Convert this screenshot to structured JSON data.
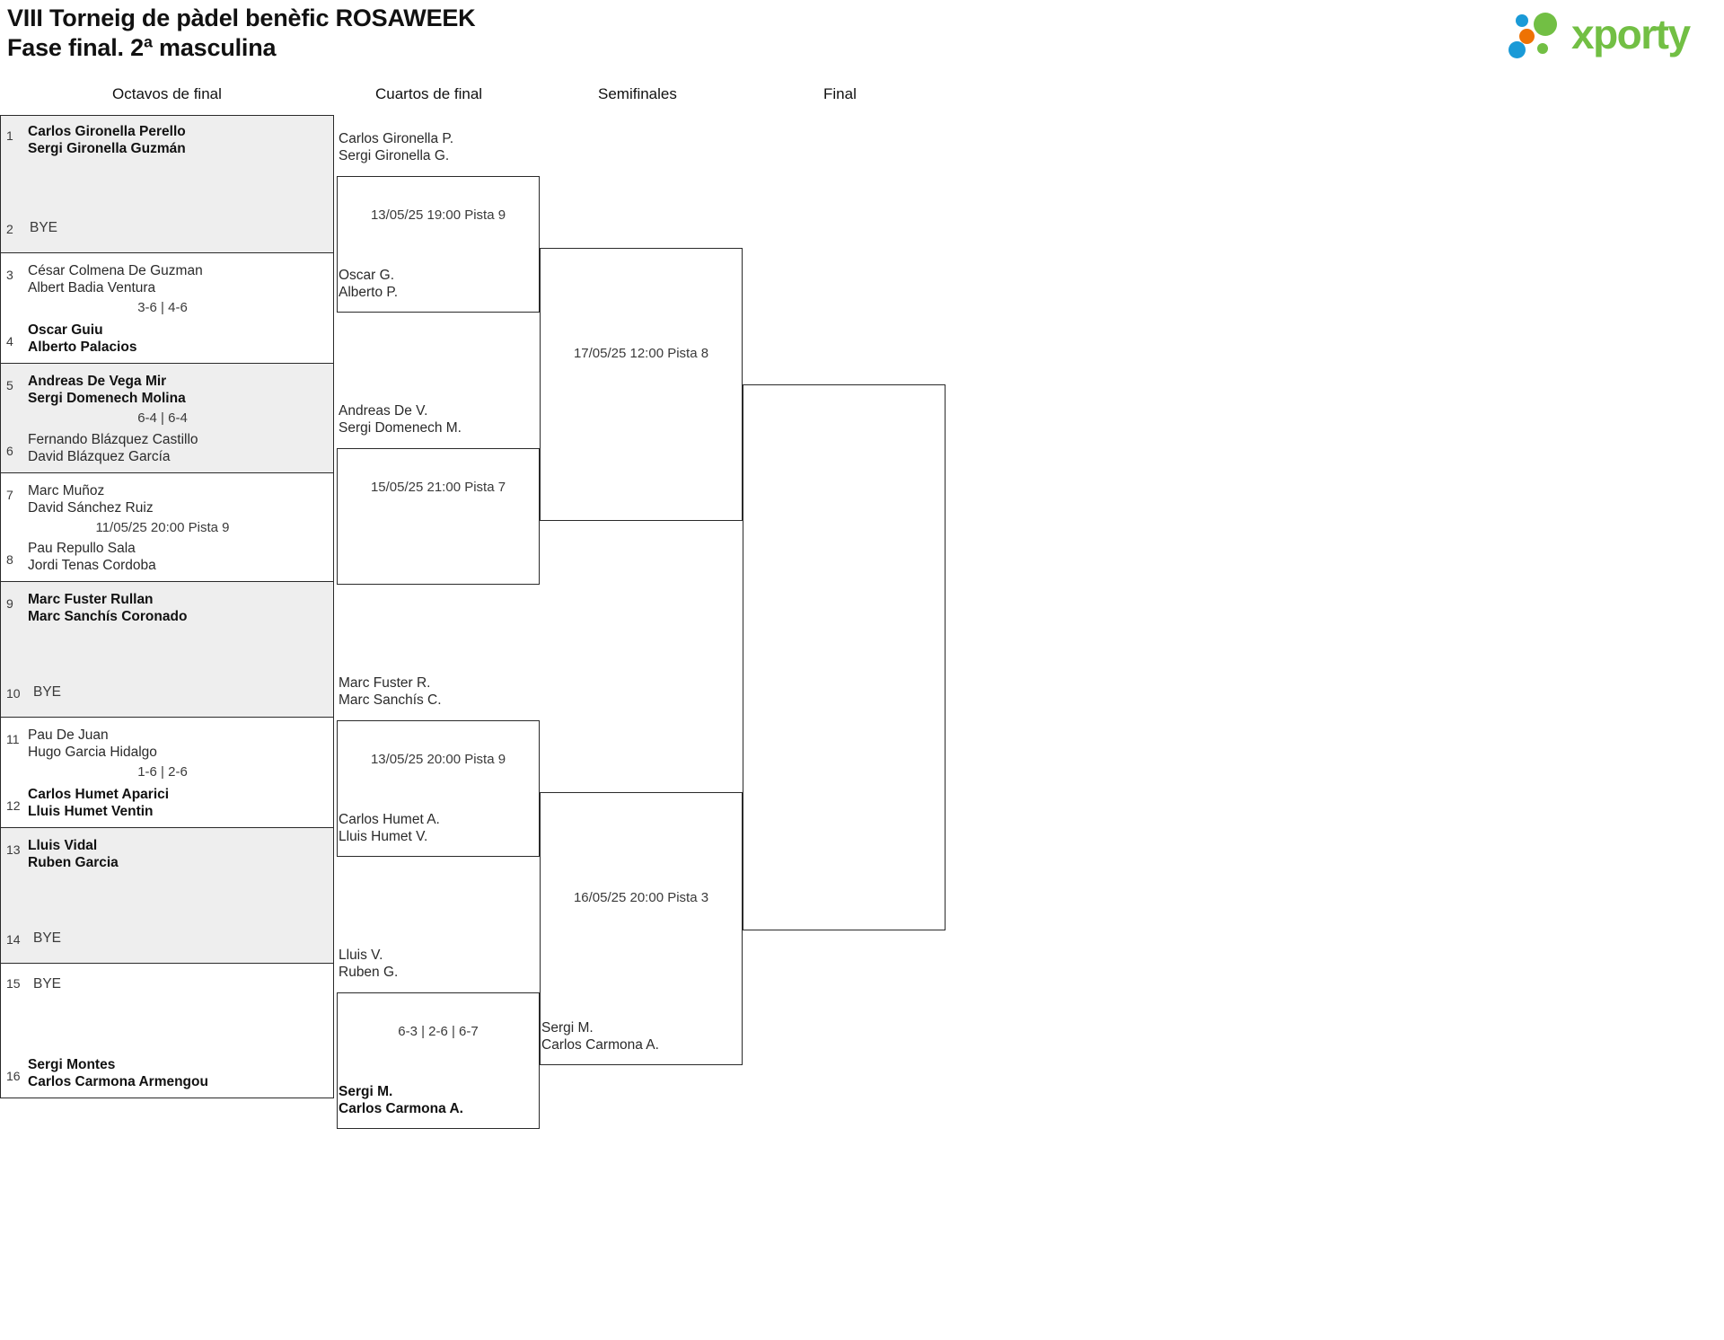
{
  "header": {
    "title_line1": "VIII Torneig de pàdel benèfic ROSAWEEK",
    "title_line2": "Fase final. 2ª masculina",
    "logo_text": "xporty",
    "logo_colors": {
      "green": "#72bf44",
      "blue": "#1a9ad7",
      "orange": "#ee7203"
    }
  },
  "rounds": [
    {
      "id": "round-of-16",
      "label": "Octavos de final"
    },
    {
      "id": "quarterfinals",
      "label": "Cuartos de final"
    },
    {
      "id": "semifinals",
      "label": "Semifinales"
    },
    {
      "id": "final",
      "label": "Final"
    }
  ],
  "round_of_16": [
    {
      "shaded": true,
      "info": "",
      "top": {
        "seed": "1",
        "line1": "Carlos Gironella Perello",
        "line2": "Sergi Gironella Guzmán",
        "winner": true,
        "bye": false
      },
      "bottom": {
        "seed": "2",
        "line1": "BYE",
        "line2": "",
        "winner": false,
        "bye": true
      }
    },
    {
      "shaded": false,
      "info": "3-6 | 4-6",
      "top": {
        "seed": "3",
        "line1": "César Colmena De Guzman",
        "line2": "Albert Badia Ventura",
        "winner": false,
        "bye": false
      },
      "bottom": {
        "seed": "4",
        "line1": "Oscar Guiu",
        "line2": "Alberto Palacios",
        "winner": true,
        "bye": false
      }
    },
    {
      "shaded": true,
      "info": "6-4 | 6-4",
      "top": {
        "seed": "5",
        "line1": "Andreas De Vega Mir",
        "line2": "Sergi Domenech Molina",
        "winner": true,
        "bye": false
      },
      "bottom": {
        "seed": "6",
        "line1": "Fernando Blázquez Castillo",
        "line2": "David Blázquez García",
        "winner": false,
        "bye": false
      }
    },
    {
      "shaded": false,
      "info": "11/05/25 20:00 Pista 9",
      "top": {
        "seed": "7",
        "line1": "Marc Muñoz",
        "line2": "David Sánchez Ruiz",
        "winner": false,
        "bye": false
      },
      "bottom": {
        "seed": "8",
        "line1": "Pau Repullo Sala",
        "line2": "Jordi Tenas Cordoba",
        "winner": false,
        "bye": false
      }
    },
    {
      "shaded": true,
      "info": "",
      "top": {
        "seed": "9",
        "line1": "Marc Fuster Rullan",
        "line2": "Marc Sanchís Coronado",
        "winner": true,
        "bye": false
      },
      "bottom": {
        "seed": "10",
        "line1": "BYE",
        "line2": "",
        "winner": false,
        "bye": true
      }
    },
    {
      "shaded": false,
      "info": "1-6 | 2-6",
      "top": {
        "seed": "11",
        "line1": "Pau De Juan",
        "line2": "Hugo Garcia Hidalgo",
        "winner": false,
        "bye": false
      },
      "bottom": {
        "seed": "12",
        "line1": "Carlos Humet Aparici",
        "line2": "Lluis Humet Ventin",
        "winner": true,
        "bye": false
      }
    },
    {
      "shaded": true,
      "info": "",
      "top": {
        "seed": "13",
        "line1": "Lluis Vidal",
        "line2": "Ruben Garcia",
        "winner": true,
        "bye": false
      },
      "bottom": {
        "seed": "14",
        "line1": "BYE",
        "line2": "",
        "winner": false,
        "bye": true
      }
    },
    {
      "shaded": false,
      "info": "",
      "top": {
        "seed": "15",
        "line1": "BYE",
        "line2": "",
        "winner": false,
        "bye": true
      },
      "bottom": {
        "seed": "16",
        "line1": "Sergi Montes",
        "line2": "Carlos Carmona Armengou",
        "winner": true,
        "bye": false
      }
    }
  ],
  "quarterfinals": [
    {
      "info": "13/05/25 19:00 Pista 9",
      "top": {
        "line1": "Carlos Gironella P.",
        "line2": "Sergi Gironella G.",
        "winner": false
      },
      "bottom": {
        "line1": "Oscar G.",
        "line2": "Alberto P.",
        "winner": false
      }
    },
    {
      "info": "15/05/25 21:00 Pista 7",
      "top": {
        "line1": "Andreas De V.",
        "line2": "Sergi Domenech M.",
        "winner": false
      },
      "bottom": {
        "line1": "",
        "line2": "",
        "winner": false
      }
    },
    {
      "info": "13/05/25 20:00 Pista 9",
      "top": {
        "line1": "Marc Fuster R.",
        "line2": "Marc Sanchís C.",
        "winner": false
      },
      "bottom": {
        "line1": "Carlos Humet A.",
        "line2": "Lluis Humet V.",
        "winner": false
      }
    },
    {
      "info": "6-3 | 2-6 | 6-7",
      "top": {
        "line1": "Lluis V.",
        "line2": "Ruben G.",
        "winner": false
      },
      "bottom": {
        "line1": "Sergi M.",
        "line2": "Carlos Carmona A.",
        "winner": true
      }
    }
  ],
  "semifinals": [
    {
      "info": "17/05/25 12:00 Pista 8",
      "top": {
        "line1": "",
        "line2": "",
        "winner": false
      },
      "bottom": {
        "line1": "",
        "line2": "",
        "winner": false
      }
    },
    {
      "info": "16/05/25 20:00 Pista 3",
      "top": {
        "line1": "",
        "line2": "",
        "winner": false
      },
      "bottom": {
        "line1": "Sergi M.",
        "line2": "Carlos Carmona A.",
        "winner": false
      }
    }
  ],
  "final": [
    {
      "info": "",
      "top": {
        "line1": "",
        "line2": "",
        "winner": false
      },
      "bottom": {
        "line1": "",
        "line2": "",
        "winner": false
      }
    }
  ]
}
